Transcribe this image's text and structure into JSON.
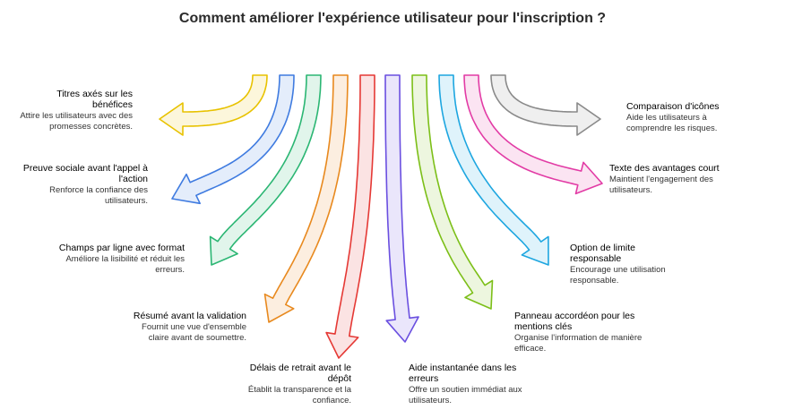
{
  "title": "Comment améliorer l'expérience utilisateur pour l'inscription ?",
  "items": [
    {
      "title": "Titres axés sur les bénéfices",
      "desc": "Attire les utilisateurs avec des promesses concrètes.",
      "color": "#e8c200"
    },
    {
      "title": "Preuve sociale avant l'appel à l'action",
      "desc": "Renforce la confiance des utilisateurs.",
      "color": "#3f7be0"
    },
    {
      "title": "Champs par ligne avec format",
      "desc": "Améliore la lisibilité et réduit les erreurs.",
      "color": "#2bb673"
    },
    {
      "title": "Résumé avant la validation",
      "desc": "Fournit une vue d'ensemble claire avant de soumettre.",
      "color": "#e8891e"
    },
    {
      "title": "Délais de retrait avant le dépôt",
      "desc": "Établit la transparence et la confiance.",
      "color": "#e53935"
    },
    {
      "title": "Aide instantanée dans les erreurs",
      "desc": "Offre un soutien immédiat aux utilisateurs.",
      "color": "#6a4fe0"
    },
    {
      "title": "Panneau accordéon pour les mentions clés",
      "desc": "Organise l'information de manière efficace.",
      "color": "#7cbf18"
    },
    {
      "title": "Option de limite responsable",
      "desc": "Encourage une utilisation responsable.",
      "color": "#1da6e0"
    },
    {
      "title": "Texte des avantages court",
      "desc": "Maintient l'engagement des utilisateurs.",
      "color": "#e23ba5"
    },
    {
      "title": "Comparaison d'icônes",
      "desc": "Aide les utilisateurs à comprendre les risques.",
      "color": "#8a8a8a"
    }
  ]
}
